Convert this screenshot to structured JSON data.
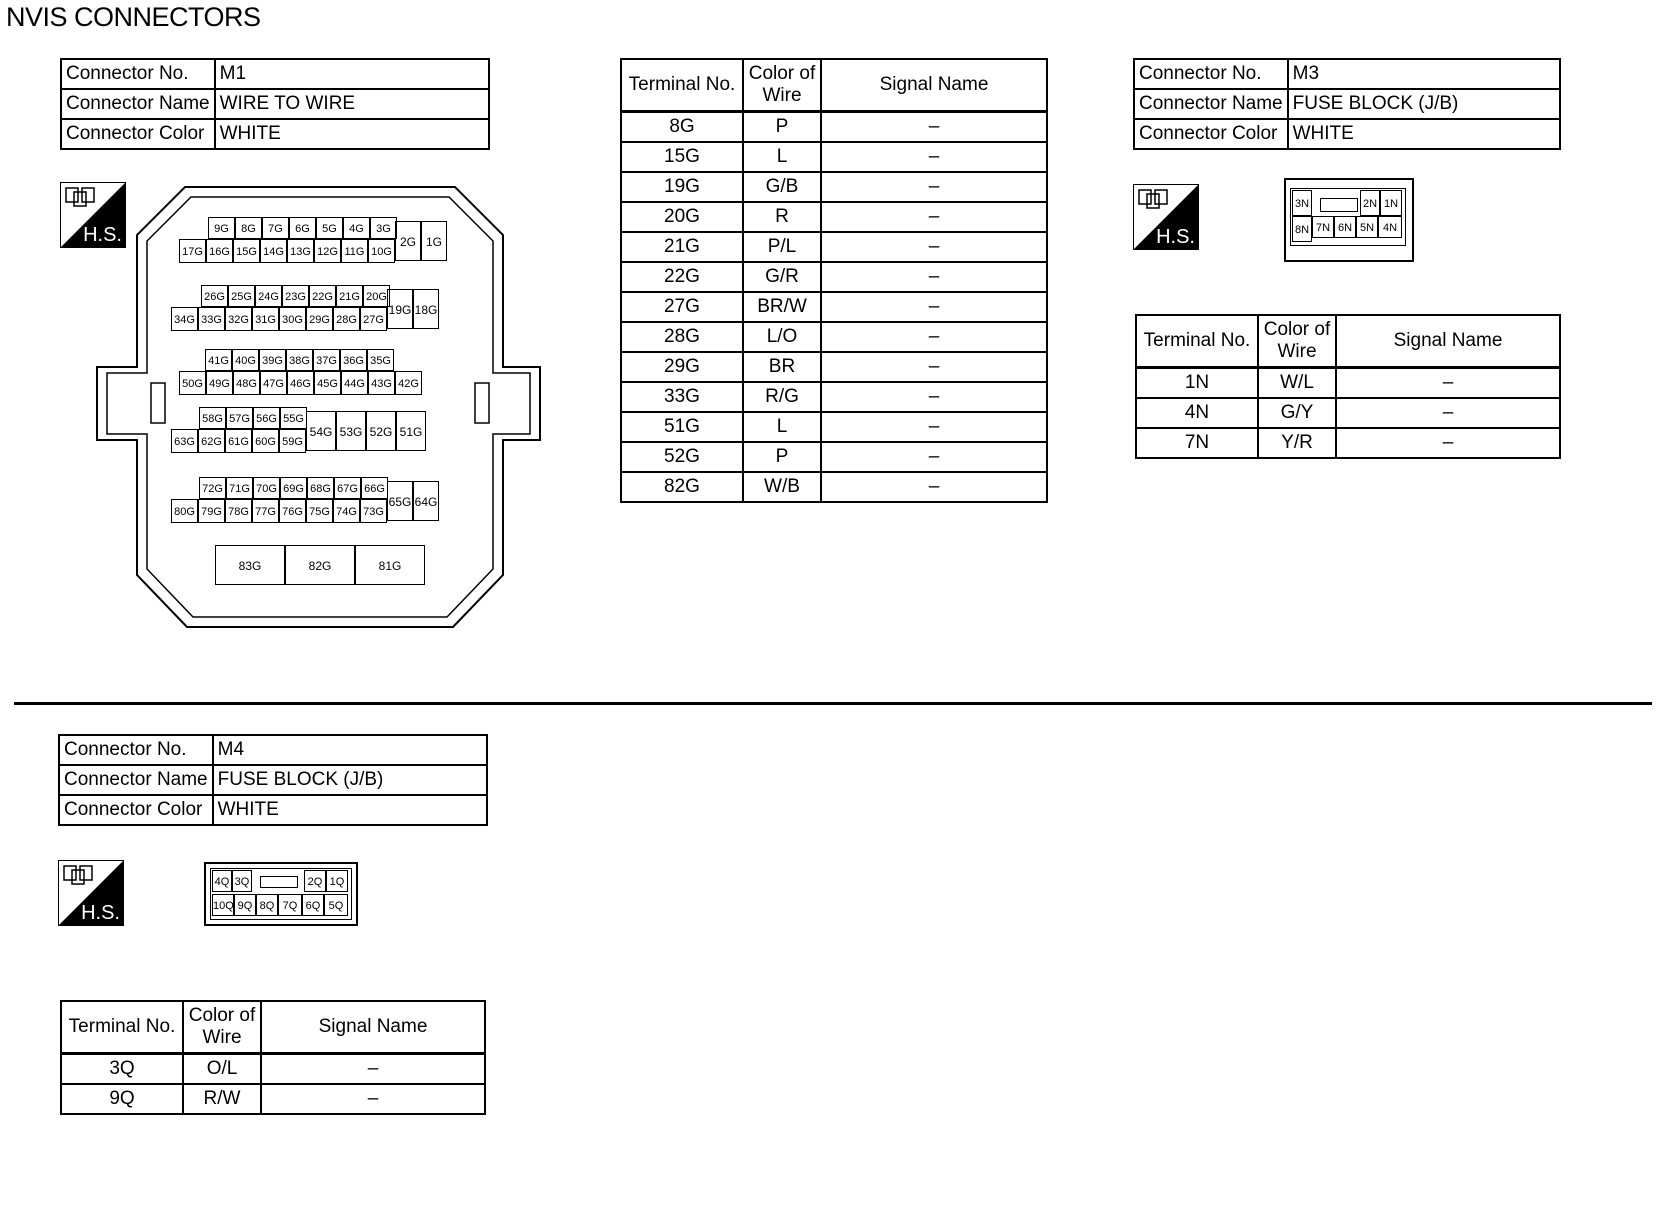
{
  "page": {
    "title": "NVIS CONNECTORS"
  },
  "labels": {
    "connector_no": "Connector No.",
    "connector_name": "Connector Name",
    "connector_color": "Connector Color",
    "terminal_no": "Terminal No.",
    "color_of_wire_1": "Color of",
    "color_of_wire_2": "Wire",
    "signal_name": "Signal Name",
    "hs": "H.S."
  },
  "m1": {
    "no": "M1",
    "name": "WIRE TO WIRE",
    "color": "WHITE",
    "terminals": [
      {
        "t": "8G",
        "c": "P",
        "s": "–"
      },
      {
        "t": "15G",
        "c": "L",
        "s": "–"
      },
      {
        "t": "19G",
        "c": "G/B",
        "s": "–"
      },
      {
        "t": "20G",
        "c": "R",
        "s": "–"
      },
      {
        "t": "21G",
        "c": "P/L",
        "s": "–"
      },
      {
        "t": "22G",
        "c": "G/R",
        "s": "–"
      },
      {
        "t": "27G",
        "c": "BR/W",
        "s": "–"
      },
      {
        "t": "28G",
        "c": "L/O",
        "s": "–"
      },
      {
        "t": "29G",
        "c": "BR",
        "s": "–"
      },
      {
        "t": "33G",
        "c": "R/G",
        "s": "–"
      },
      {
        "t": "51G",
        "c": "L",
        "s": "–"
      },
      {
        "t": "52G",
        "c": "P",
        "s": "–"
      },
      {
        "t": "82G",
        "c": "W/B",
        "s": "–"
      }
    ],
    "pin_rows": [
      {
        "top": [
          "9G",
          "8G",
          "7G",
          "6G",
          "5G",
          "4G",
          "3G"
        ],
        "bottom": [
          "17G",
          "16G",
          "15G",
          "14G",
          "13G",
          "12G",
          "11G",
          "10G"
        ],
        "big": [
          "2G",
          "1G"
        ]
      },
      {
        "top": [
          "26G",
          "25G",
          "24G",
          "23G",
          "22G",
          "21G",
          "20G"
        ],
        "bottom": [
          "34G",
          "33G",
          "32G",
          "31G",
          "30G",
          "29G",
          "28G",
          "27G"
        ],
        "big": [
          "19G",
          "18G"
        ]
      },
      {
        "top": [
          "41G",
          "40G",
          "39G",
          "38G",
          "37G",
          "36G",
          "35G"
        ],
        "bottom": [
          "50G",
          "49G",
          "48G",
          "47G",
          "46G",
          "45G",
          "44G",
          "43G",
          "42G"
        ],
        "big": []
      },
      {
        "top": [
          "58G",
          "57G",
          "56G",
          "55G"
        ],
        "bottom": [
          "63G",
          "62G",
          "61G",
          "60G",
          "59G"
        ],
        "big": [
          "54G",
          "53G",
          "52G",
          "51G"
        ]
      },
      {
        "top": [
          "72G",
          "71G",
          "70G",
          "69G",
          "68G",
          "67G",
          "66G"
        ],
        "bottom": [
          "80G",
          "79G",
          "78G",
          "77G",
          "76G",
          "75G",
          "74G",
          "73G"
        ],
        "big": [
          "65G",
          "64G"
        ]
      }
    ],
    "bottom_pins": [
      "83G",
      "82G",
      "81G"
    ]
  },
  "m3": {
    "no": "M3",
    "name": "FUSE BLOCK (J/B)",
    "color": "WHITE",
    "pins_top_left": [
      "3N"
    ],
    "pins_top_right": [
      "2N",
      "1N"
    ],
    "pins_bottom": [
      "8N",
      "7N",
      "6N",
      "5N",
      "4N"
    ],
    "terminals": [
      {
        "t": "1N",
        "c": "W/L",
        "s": "–"
      },
      {
        "t": "4N",
        "c": "G/Y",
        "s": "–"
      },
      {
        "t": "7N",
        "c": "Y/R",
        "s": "–"
      }
    ]
  },
  "m4": {
    "no": "M4",
    "name": "FUSE BLOCK (J/B)",
    "color": "WHITE",
    "pins_top_left": [
      "4Q",
      "3Q"
    ],
    "pins_top_right": [
      "2Q",
      "1Q"
    ],
    "pins_bottom": [
      "10Q",
      "9Q",
      "8Q",
      "7Q",
      "6Q",
      "5Q"
    ],
    "terminals": [
      {
        "t": "3Q",
        "c": "O/L",
        "s": "–"
      },
      {
        "t": "9Q",
        "c": "R/W",
        "s": "–"
      }
    ]
  }
}
